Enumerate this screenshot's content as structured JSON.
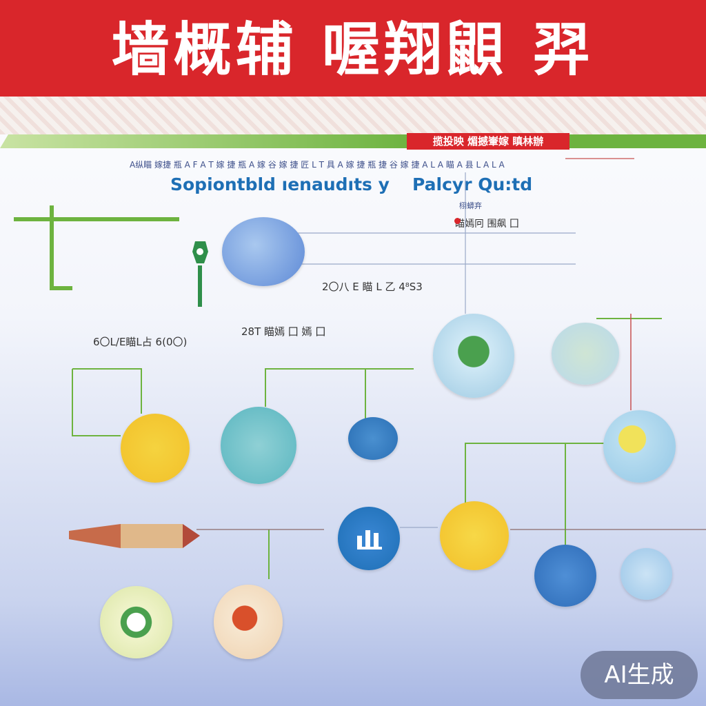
{
  "header": {
    "title": "墙概辅 喔翔鼰 羿"
  },
  "tag": {
    "text": "揽投映 煝撼輋嫁 瞋林辦"
  },
  "caption_line": "A纵瞄 嫁捷 瓶 A F A T 嫁 捷 瓶 A 嫁 谷 嫁 捷 匠 L T 具 A 嫁 捷 瓶 捷 谷 嫁 捷 A L A 瞄 A 县 L A L A",
  "subtitles": {
    "left": "Sopiontbld ıenaudıts y",
    "right": "Palcyr Qu:td"
  },
  "legend": {
    "small": "栩蟒弃",
    "label": "瞄嫣冋 围飙 囗"
  },
  "labels": {
    "year_code": "2〇八 E 瞄 L 乙 4⁸S3",
    "count_code": "28T 瞄嫣 囗 嫣 囗",
    "rate_code": "6〇L/E瞄L占 6(0〇)"
  },
  "badge": {
    "text": "AI生成"
  },
  "colors": {
    "banner": "#d9262b",
    "accent_green": "#6db33f",
    "accent_blue": "#1e6fb5",
    "node_yellow": "#f5d33f"
  },
  "nodes": [
    {
      "id": "gate-icon",
      "type": "image"
    },
    {
      "id": "building-icon",
      "type": "image"
    },
    {
      "id": "factory-icon",
      "type": "image"
    },
    {
      "id": "document-icon",
      "type": "image"
    },
    {
      "id": "exhibit-icon",
      "type": "image"
    },
    {
      "id": "tower-icon",
      "type": "image"
    },
    {
      "id": "certificate-icon",
      "type": "image"
    },
    {
      "id": "bar-chart-icon",
      "type": "image"
    },
    {
      "id": "ledger-icon",
      "type": "image"
    },
    {
      "id": "workshop-icon",
      "type": "image"
    },
    {
      "id": "diamond-icon",
      "type": "image"
    },
    {
      "id": "coin-icon",
      "type": "image"
    },
    {
      "id": "globe-icon",
      "type": "image"
    }
  ]
}
